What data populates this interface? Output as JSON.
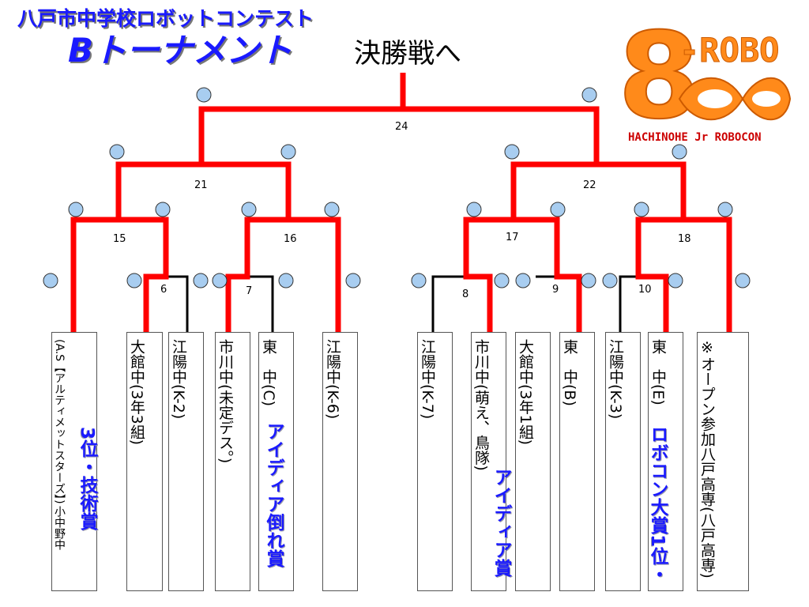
{
  "header": {
    "subtitle": "八戸市中学校ロボットコンテスト",
    "title": "Bトーナメント"
  },
  "final_label": "決勝戦へ",
  "logo": {
    "big_char": "8",
    "text": "-ROBO",
    "tagline": "HACHINOHE Jr ROBOCON"
  },
  "matches": [
    "6",
    "7",
    "8",
    "9",
    "10",
    "15",
    "16",
    "17",
    "18",
    "21",
    "22",
    "24"
  ],
  "teams": [
    {
      "name": "小中野中(A.S【アルティメットスターズ】)",
      "line1": "小中野中",
      "line2": "(A.S【アルティメットスターズ】)"
    },
    {
      "name": "大館中(3年3組)"
    },
    {
      "name": "江陽中(K-2)"
    },
    {
      "name": "市川中(未定デス。)"
    },
    {
      "name": "東　中(C)"
    },
    {
      "name": "江陽中(K-6)"
    },
    {
      "name": "江陽中(K-7)"
    },
    {
      "name": "市川中(萌え、鳥隊)"
    },
    {
      "name": "大館中(3年1組)"
    },
    {
      "name": "東　中(B)"
    },
    {
      "name": "江陽中(K-3)"
    },
    {
      "name": "東　中(E)"
    },
    {
      "name": "八戸高専(八戸高専)",
      "line2": "※オープン参加"
    }
  ],
  "awards": [
    {
      "text": "3位・技術賞"
    },
    {
      "text": "アイディア倒れ賞"
    },
    {
      "text": "アイディア賞"
    },
    {
      "line1": "1位・",
      "line2": "ロボコン大賞"
    }
  ],
  "colors": {
    "winner_line": "#ff0000",
    "normal_line": "#000000",
    "node_fill": "#a8cdf0",
    "award_text": "#1a1aff",
    "logo_orange": "#ff8a1a"
  }
}
